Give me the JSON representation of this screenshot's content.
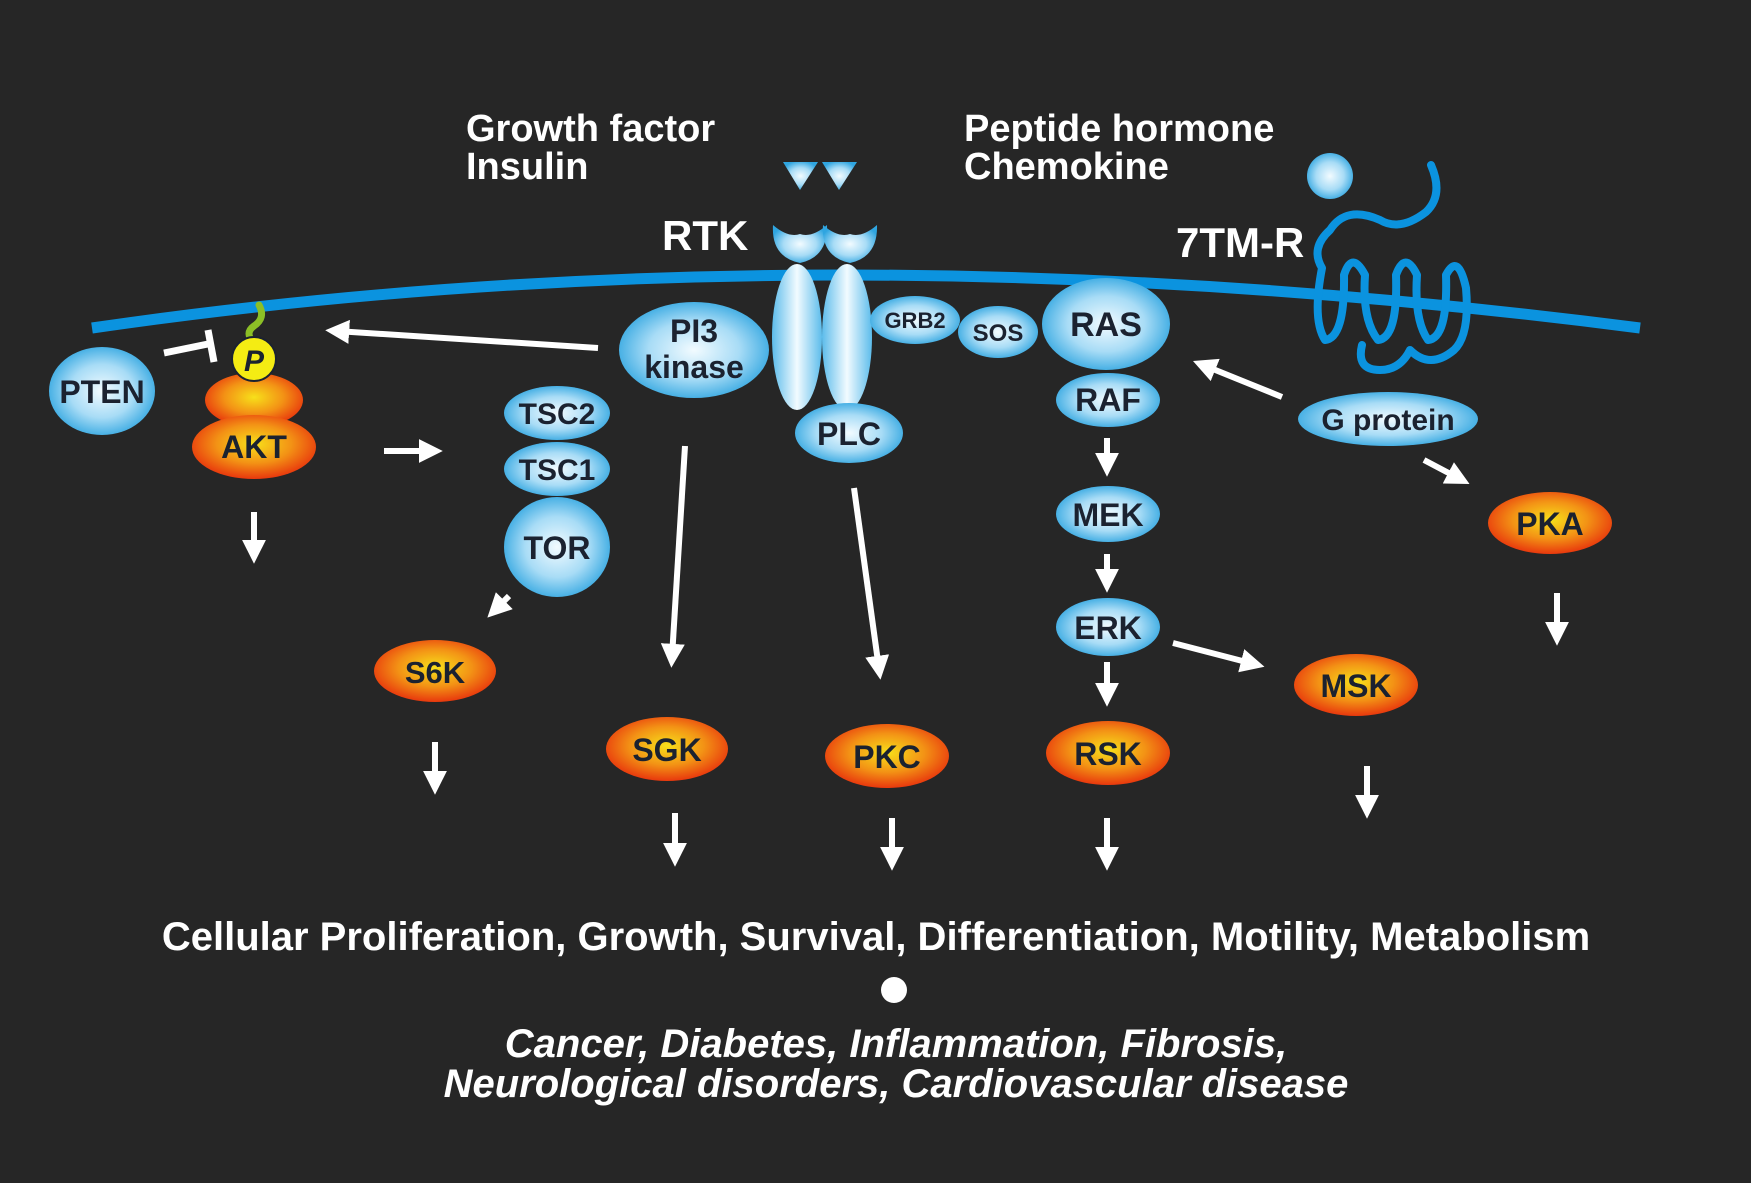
{
  "colors": {
    "background": "#262626",
    "membrane": "#0b93df",
    "blue_node_center": "#f2fbff",
    "blue_node_edge": "#2fa5e0",
    "orange_node_center": "#f7e01a",
    "orange_node_edge": "#e8380d",
    "phospho": "#f4ec13",
    "arrow": "#ffffff"
  },
  "ligands": {
    "rtk_ligand_line1": "Growth factor",
    "rtk_ligand_line2": "Insulin",
    "gpcr_ligand_line1": "Peptide hormone",
    "gpcr_ligand_line2": "Chemokine"
  },
  "receptors": {
    "rtk": "RTK",
    "gpcr": "7TM-R"
  },
  "nodes": {
    "pten": "PTEN",
    "phospho": "P",
    "akt": "AKT",
    "pi3k_line1": "PI3",
    "pi3k_line2": "kinase",
    "tsc2": "TSC2",
    "tsc1": "TSC1",
    "tor": "TOR",
    "plc": "PLC",
    "grb2": "GRB2",
    "sos": "SOS",
    "ras": "RAS",
    "raf": "RAF",
    "mek": "MEK",
    "erk": "ERK",
    "g_protein": "G protein",
    "s6k": "S6K",
    "sgk": "SGK",
    "pkc": "PKC",
    "rsk": "RSK",
    "msk": "MSK",
    "pka": "PKA"
  },
  "outcomes": {
    "cellular": "Cellular Proliferation, Growth, Survival, Differentiation, Motility, Metabolism",
    "disease_line1": "Cancer, Diabetes, Inflammation, Fibrosis,",
    "disease_line2": "Neurological disorders, Cardiovascular disease"
  }
}
